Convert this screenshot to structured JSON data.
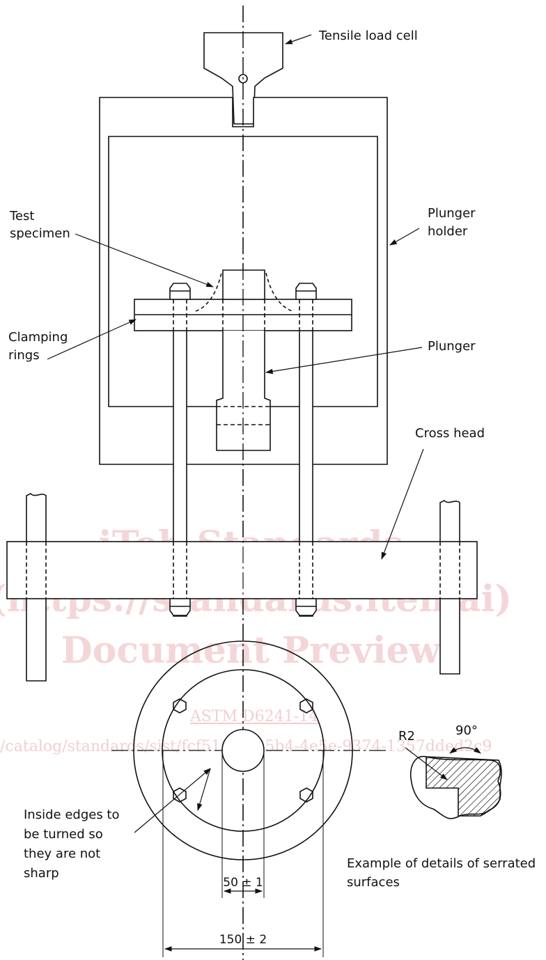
{
  "labels": {
    "tensile_load_cell": "Tensile load cell",
    "test_specimen_1": "Test",
    "test_specimen_2": "specimen",
    "plunger_holder_1": "Plunger",
    "plunger_holder_2": "holder",
    "clamping_rings_1": "Clamping",
    "clamping_rings_2": "rings",
    "plunger": "Plunger",
    "cross_head": "Cross head",
    "inside_edges_1": "Inside edges to",
    "inside_edges_2": "be turned so",
    "inside_edges_3": "they are not",
    "inside_edges_4": "sharp",
    "example_1": "Example of details of serrated",
    "example_2": "surfaces",
    "radius": "R2",
    "angle": "90°"
  },
  "dimensions": {
    "inner_diameter": "50 ± 1",
    "outer_diameter": "150 ± 2"
  },
  "watermark": {
    "line1": "iTeh Standards",
    "line2": "(https://standards.iteh.ai)",
    "line3": "Document Preview",
    "line4": "ASTM D6241-14",
    "line5": "/catalog/standards/sist/fcf51692-05b4-4e5e-9374-1357dded2c9"
  },
  "colors": {
    "line": "#111111",
    "watermark": "#f4d6d8"
  }
}
